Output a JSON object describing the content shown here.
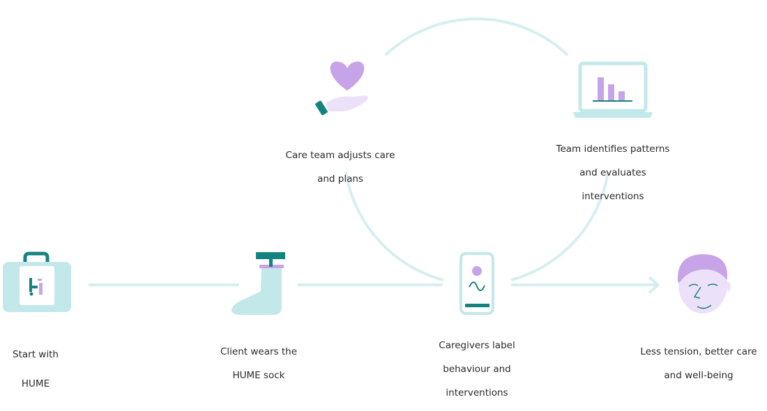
{
  "colors": {
    "teal_light": "#c3e8ea",
    "teal_dark": "#14837f",
    "purple": "#c7a3e8",
    "purple_light": "#ede0f9",
    "line": "#d6eef0",
    "text": "#2a2a2a"
  },
  "steps": [
    {
      "id": "start",
      "icon": "briefcase-logo-icon",
      "lines": [
        "Start with",
        "HUME"
      ]
    },
    {
      "id": "sock",
      "icon": "sock-icon",
      "lines": [
        "Client wears the",
        "HUME sock"
      ]
    },
    {
      "id": "label",
      "icon": "smartphone-icon",
      "lines": [
        "Caregivers  label",
        "behaviour and",
        "interventions"
      ]
    },
    {
      "id": "patterns",
      "icon": "laptop-chart-icon",
      "lines": [
        "Team identifies patterns",
        "and evaluates",
        "interventions"
      ]
    },
    {
      "id": "adjust",
      "icon": "hand-heart-icon",
      "lines": [
        "Care team adjusts care",
        "and plans"
      ]
    },
    {
      "id": "result",
      "icon": "calm-face-icon",
      "lines": [
        "Less tension, better care",
        "and well-being"
      ]
    }
  ]
}
